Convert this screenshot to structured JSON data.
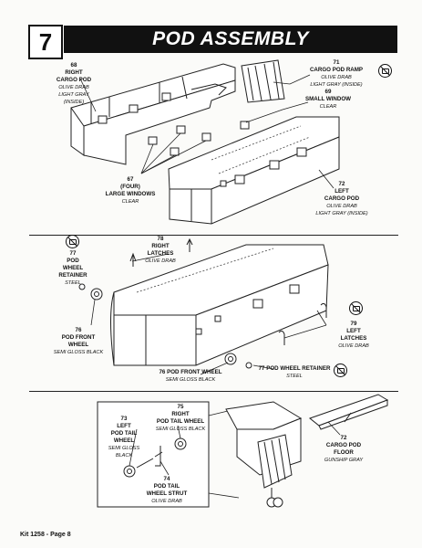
{
  "step": "7",
  "title": "POD ASSEMBLY",
  "parts": {
    "p68": {
      "num": "68",
      "name_lines": [
        "RIGHT",
        "CARGO POD"
      ],
      "colors": [
        "OLIVE DRAB",
        "LIGHT GRAY (INSIDE)"
      ]
    },
    "p71": {
      "num": "71",
      "name": "CARGO POD RAMP",
      "colors": [
        "OLIVE DRAB",
        "LIGHT GRAY (INSIDE)"
      ]
    },
    "p69": {
      "num": "69",
      "name": "SMALL WINDOW",
      "color": "CLEAR"
    },
    "p67": {
      "num": "67",
      "qty": "(FOUR)",
      "name": "LARGE WINDOWS",
      "color": "CLEAR"
    },
    "p72": {
      "num": "72",
      "name_lines": [
        "LEFT",
        "CARGO POD"
      ],
      "colors": [
        "OLIVE DRAB",
        "LIGHT GRAY (INSIDE)"
      ]
    },
    "p77a": {
      "num": "77",
      "name_lines": [
        "POD",
        "WHEEL",
        "RETAINER"
      ],
      "color": "STEEL"
    },
    "p78": {
      "num": "78",
      "name_lines": [
        "RIGHT",
        "LATCHES"
      ],
      "color": "OLIVE DRAB"
    },
    "p76a": {
      "num": "76",
      "name": "POD FRONT WHEEL",
      "color": "SEMI GLOSS BLACK"
    },
    "p79": {
      "num": "79",
      "name_lines": [
        "LEFT",
        "LATCHES"
      ],
      "color": "OLIVE DRAB"
    },
    "p76b": {
      "num": "76",
      "name": "POD FRONT WHEEL",
      "color": "SEMI GLOSS BLACK"
    },
    "p77b": {
      "num": "77",
      "name": "POD WHEEL RETAINER",
      "color": "STEEL"
    },
    "p73": {
      "num": "73",
      "name_lines": [
        "LEFT",
        "POD TAIL WHEEL"
      ],
      "color": "SEMI GLOSS BLACK"
    },
    "p75": {
      "num": "75",
      "name_lines": [
        "RIGHT",
        "POD TAIL WHEEL"
      ],
      "color": "SEMI GLOSS BLACK"
    },
    "p74": {
      "num": "74",
      "name_lines": [
        "POD TAIL",
        "WHEEL STRUT"
      ],
      "color": "OLIVE DRAB"
    },
    "p72b": {
      "num": "72",
      "name_lines": [
        "CARGO POD",
        "FLOOR"
      ],
      "color": "GUNSHIP GRAY"
    }
  },
  "footer": "Kit 1258 - Page 8",
  "icons": [
    "no-glue-icon"
  ]
}
